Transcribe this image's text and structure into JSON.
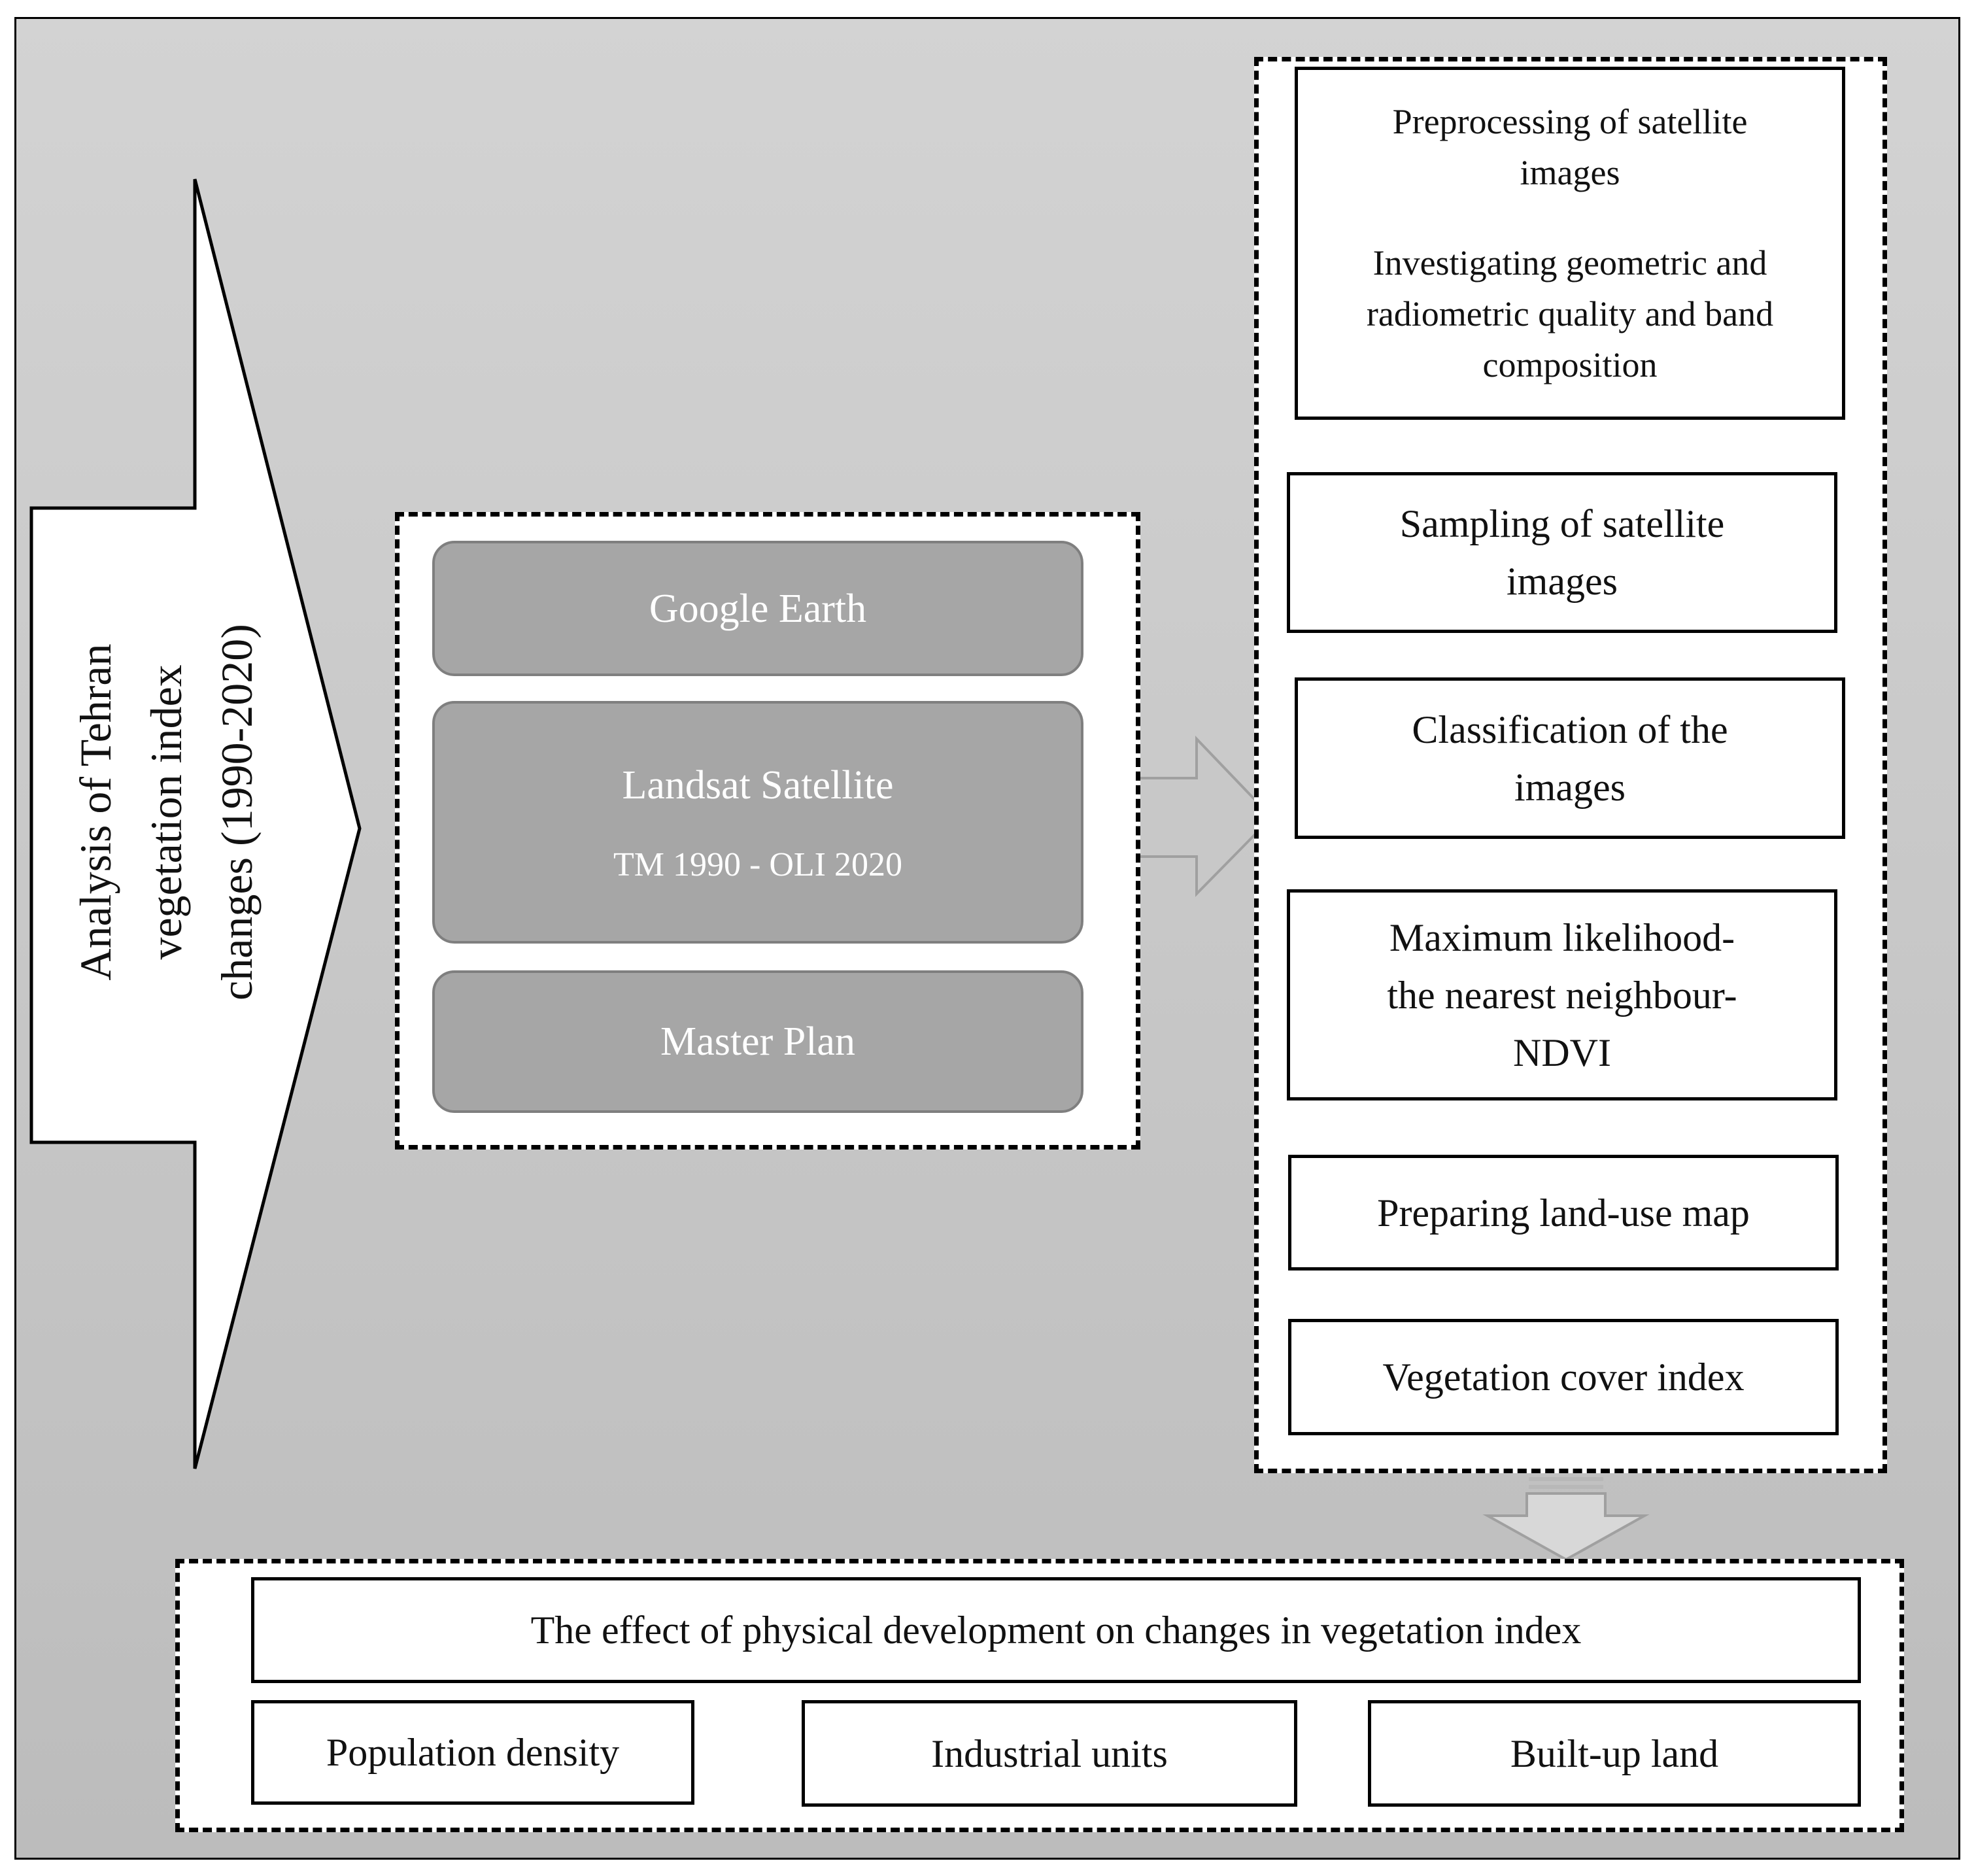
{
  "left_arrow": {
    "lines": [
      "Analysis of Tehran",
      "vegetation index",
      "changes (1990-2020)"
    ]
  },
  "sources": {
    "google_earth": "Google Earth",
    "landsat": "Landsat Satellite",
    "landsat_sub": "TM 1990 - OLI 2020",
    "master_plan": "Master Plan"
  },
  "steps": {
    "preprocessing": "Preprocessing of satellite images",
    "investigating": "Investigating geometric and radiometric quality and band composition",
    "sampling": "Sampling of satellite images",
    "classification": "Classification of the images",
    "maximum": [
      "Maximum likelihood-",
      "the nearest neighbour-",
      "NDVI"
    ],
    "landuse": "Preparing land-use map",
    "vegetation": "Vegetation cover index"
  },
  "bottom": {
    "effect": "The effect of physical development on changes in vegetation index",
    "population": "Population density",
    "industrial": "Industrial units",
    "builtup": "Built-up land"
  },
  "colors": {
    "frame_bg": "#c9c9c9",
    "source_box": "#a6a6a6",
    "arrow_black": "#000000",
    "arrow_gray": "#c8c8c8"
  }
}
